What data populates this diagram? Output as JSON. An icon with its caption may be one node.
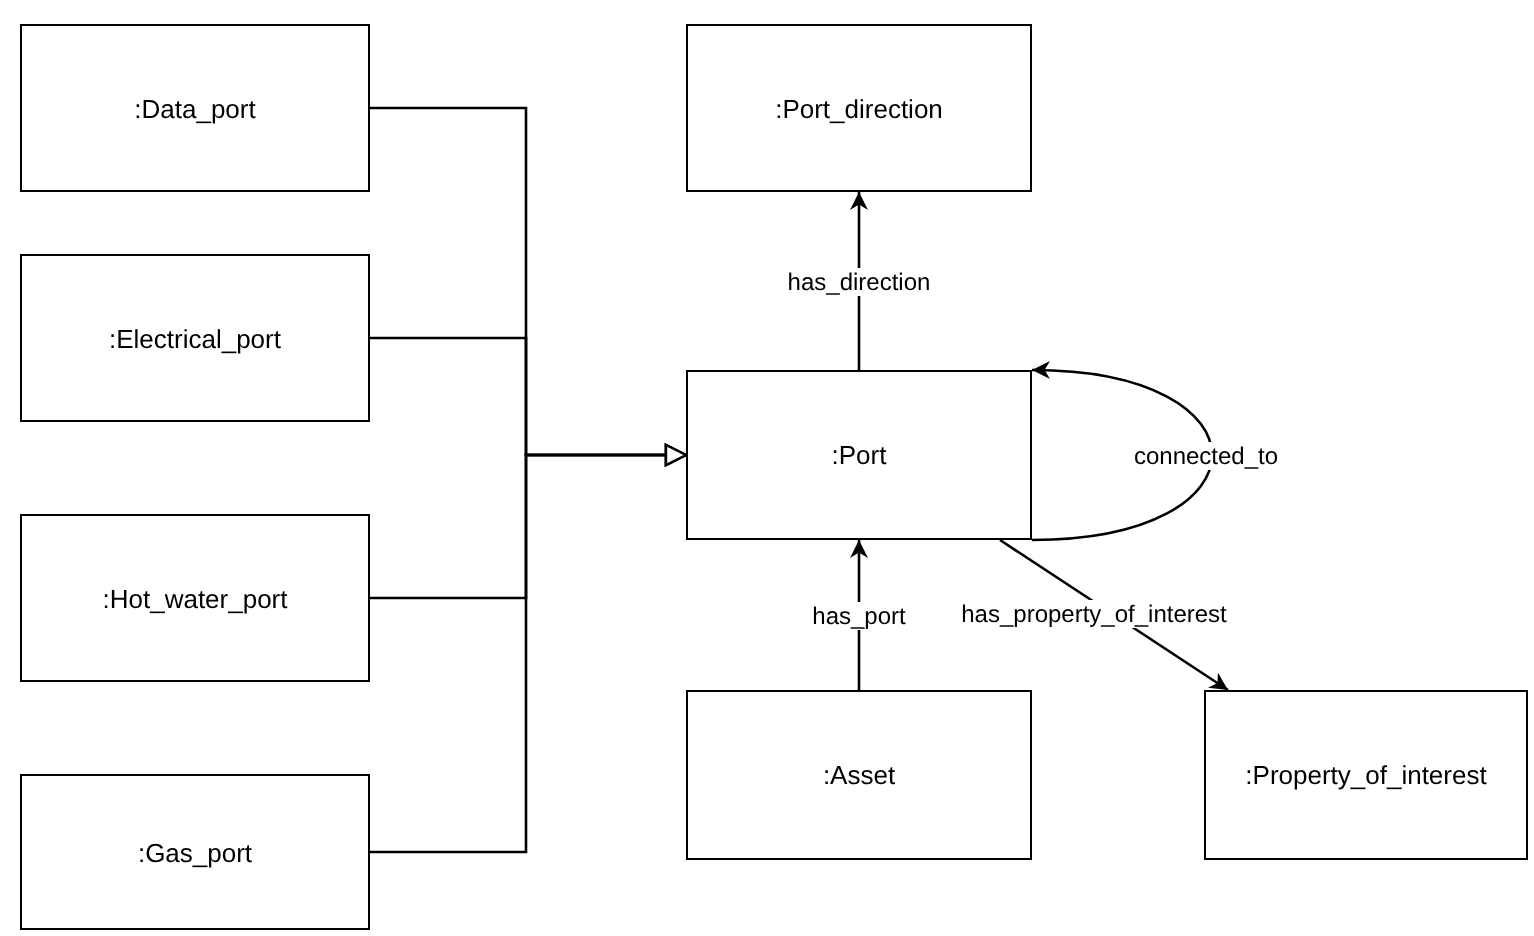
{
  "diagram": {
    "nodes": [
      {
        "text": [
          ":Data_port"
        ]
      },
      {
        "text": [
          ":Electrical_port"
        ]
      },
      {
        "text": [
          ":Hot_water_port"
        ]
      },
      {
        "text": [
          ":Gas_port"
        ]
      },
      {
        "text": [
          ":Port_direction"
        ]
      },
      {
        "text": [
          ":Port"
        ]
      },
      {
        "text": [
          ":Asset"
        ]
      },
      {
        "text": [
          ":Property_of_interest"
        ]
      }
    ],
    "edges": [
      {
        "from": 0,
        "to": 5,
        "arrow": "to"
      },
      {
        "from": 1,
        "to": 5,
        "arrow": "to"
      },
      {
        "from": 2,
        "to": 5,
        "arrow": "to"
      },
      {
        "from": 3,
        "to": 5,
        "arrow": "to"
      },
      {
        "from": 5,
        "to": 4,
        "arrow": "to",
        "label": "has_direction"
      },
      {
        "from": 5,
        "to": 5,
        "arrow": "to",
        "label": "connected_to"
      },
      {
        "from": 6,
        "to": 5,
        "arrow": "to",
        "label": "has_port"
      },
      {
        "from": 5,
        "to": 7,
        "arrow": "to",
        "label": "has_property_of_interest"
      }
    ]
  }
}
